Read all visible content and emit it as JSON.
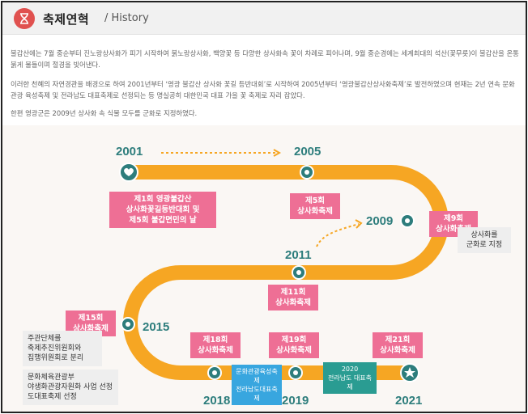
{
  "header": {
    "title": "축제연혁",
    "subtitle": "/ History",
    "icon": "hourglass-icon",
    "accent": "#e0514f"
  },
  "intro": {
    "p1": "불갑산에는 7월 중순부터 진노랑상사화가 피기 시작하여 붉노랑상사화, 백양꽃 등 다양한 상사화속 꽃이 차례로 피어나며, 9월 중순경에는 세계최대의 석산(꽃무릇)이 불갑산을 온통 붉게 물들이며 절경을 빚어낸다.",
    "p2": "이러한 천혜의 자연경관을 배경으로 하여 2001년부터 ‘영광 불갑산 상사화 꽃길 등반대회’로 시작하여 2005년부터 ‘영광불갑산상사화축제’로 발전하였으며 현재는 2년 연속 문화관광 육성축제 및 전라남도 대표축제로 선정되는 등 명실공히 대한민국 대표 가을 꽃 축제로 자리 잡았다.",
    "p3": "한편 영광군은 2009년 상사화 속 식물 모두를 군화로 지정하였다."
  },
  "timeline": {
    "colors": {
      "track": "#f6a623",
      "node": "#2d7d7c",
      "pink": "#ee6f95",
      "teal": "#2a9c92",
      "blue": "#38a6df"
    },
    "years": {
      "y2001": "2001",
      "y2005": "2005",
      "y2009": "2009",
      "y2011": "2011",
      "y2015": "2015",
      "y2018": "2018",
      "y2019": "2019",
      "y2021": "2021"
    },
    "events": {
      "e2001": "제1회 영광불갑산\n상사화꽃길등반대회 및\n제5회 불갑면민의 날",
      "e2005": "제5회\n상사화축제",
      "e2009": "제9회\n상사화축제",
      "e2011": "제11회\n상사화축제",
      "e2015": "제15회\n상사화축제",
      "e2018": "제18회\n상사화축제",
      "e2019": "제19회\n상사화축제",
      "e2021": "제21회\n상사화축제"
    },
    "notes": {
      "n2009": "상사화를\n군화로 지정",
      "n2015a": "주관단체를\n축제추진위원회와\n집행위원회로 분리",
      "n2015b": "문화체육관광부\n야생화관광자원화 사업 선정\n도대표축제 선정"
    },
    "badges": {
      "b2018": "문화관광육성축제\n전라남도대표축제",
      "b2019": "2020\n전라남도 대표축제"
    },
    "icons": {
      "start": "heart-icon",
      "end": "star-icon"
    }
  }
}
